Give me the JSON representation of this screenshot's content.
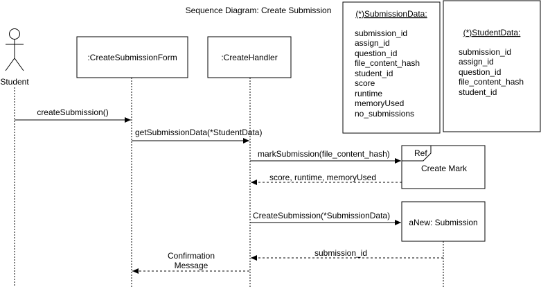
{
  "title": "Sequence Diagram: Create Submission",
  "actor": {
    "label": "Student"
  },
  "participants": {
    "form": ":CreateSubmissionForm",
    "handler": ":CreateHandler"
  },
  "ref_frame": {
    "tag": "Ref",
    "label": "Create Mark"
  },
  "new_object": {
    "label": "aNew: Submission"
  },
  "messages": {
    "m1": "createSubmission()",
    "m2": "getSubmissionData(*StudentData)",
    "m3": "markSubmission(file_content_hash)",
    "m4": "score, runtime, memoryUsed",
    "m5": "CreateSubmission(*SubmissionData)",
    "m6": "submission_id",
    "m7_line1": "Confirmation",
    "m7_line2": "Message"
  },
  "notes": {
    "submission_data": {
      "title": "(*)SubmissionData:",
      "fields": [
        "submission_id",
        "assign_id",
        "question_id",
        "file_content_hash",
        "student_id",
        "score",
        "runtime",
        "memoryUsed",
        "no_submissions"
      ]
    },
    "student_data": {
      "title": "(*)StudentData:",
      "fields": [
        "submission_id",
        "assign_id",
        "question_id",
        "file_content_hash",
        "student_id"
      ]
    }
  }
}
